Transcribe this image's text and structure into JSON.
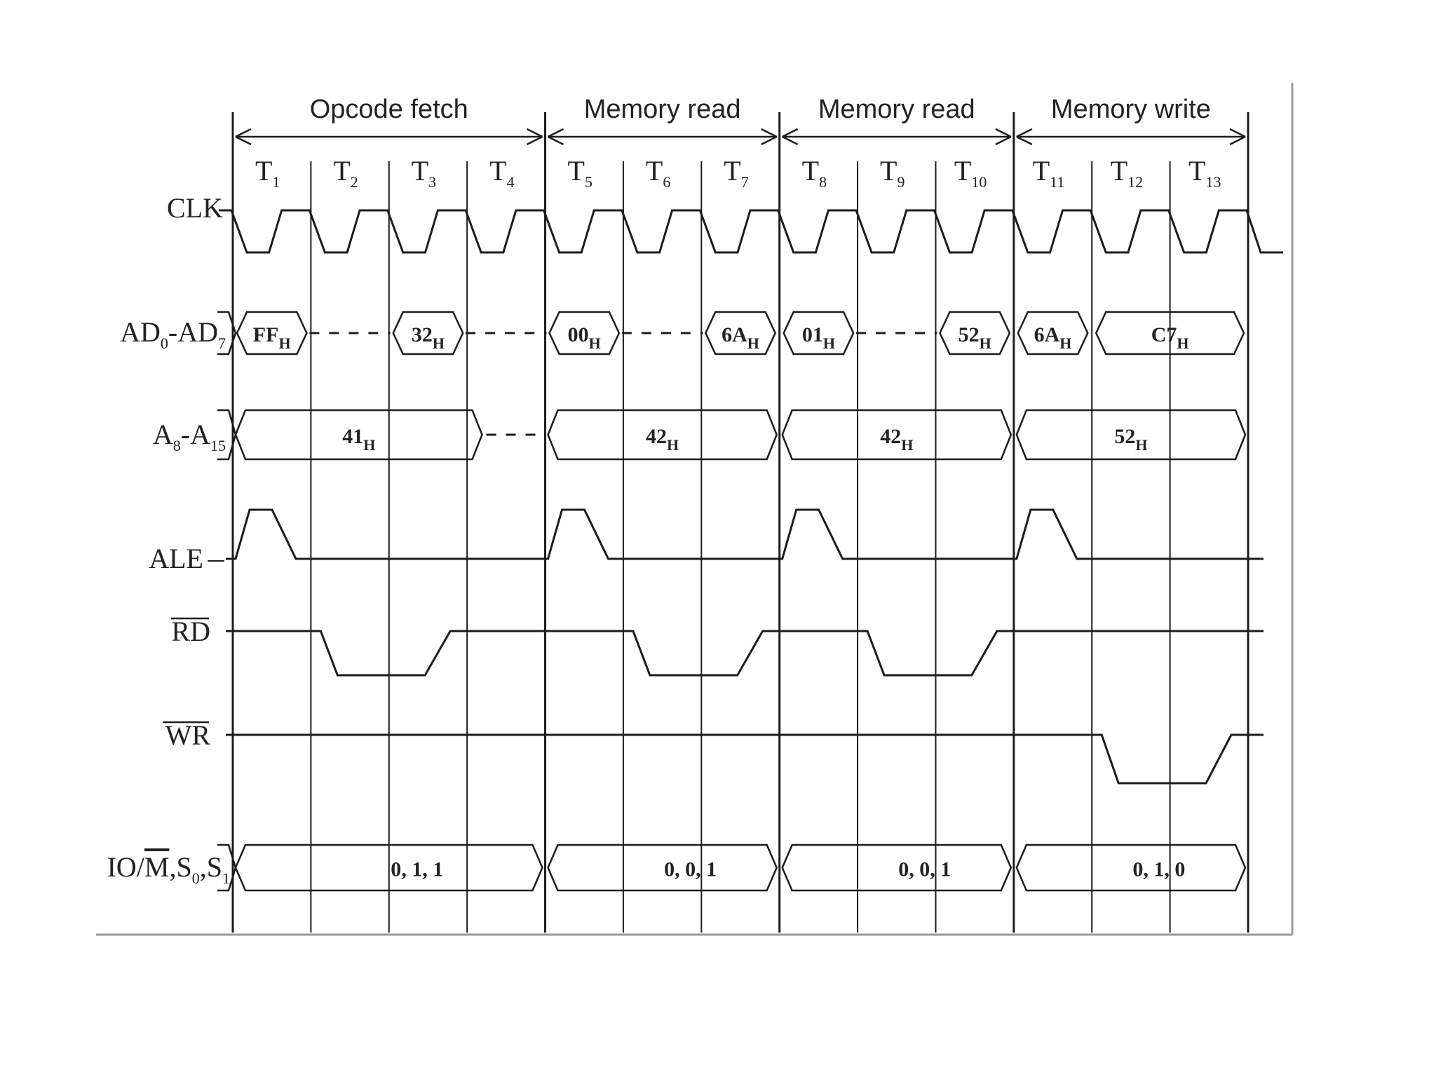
{
  "machine_cycles": [
    {
      "label": "Opcode fetch",
      "states": 4
    },
    {
      "label": "Memory read",
      "states": 3
    },
    {
      "label": "Memory read",
      "states": 3
    },
    {
      "label": "Memory write",
      "states": 3
    }
  ],
  "t_states": [
    {
      "main": "T",
      "sub": "1"
    },
    {
      "main": "T",
      "sub": "2"
    },
    {
      "main": "T",
      "sub": "3"
    },
    {
      "main": "T",
      "sub": "4"
    },
    {
      "main": "T",
      "sub": "5"
    },
    {
      "main": "T",
      "sub": "6"
    },
    {
      "main": "T",
      "sub": "7"
    },
    {
      "main": "T",
      "sub": "8"
    },
    {
      "main": "T",
      "sub": "9"
    },
    {
      "main": "T",
      "sub": "10"
    },
    {
      "main": "T",
      "sub": "11"
    },
    {
      "main": "T",
      "sub": "12"
    },
    {
      "main": "T",
      "sub": "13"
    }
  ],
  "signals": {
    "clk": {
      "label": "CLK"
    },
    "ad": {
      "label": "AD",
      "sub1": "0",
      "mid": "-AD",
      "sub2": "7",
      "values": [
        {
          "main": "FF",
          "sub": "H",
          "states": [
            1,
            1
          ]
        },
        {
          "main": "32",
          "sub": "H",
          "states": [
            3,
            3
          ]
        },
        {
          "main": "00",
          "sub": "H",
          "states": [
            5,
            5
          ]
        },
        {
          "main": "6A",
          "sub": "H",
          "states": [
            7,
            7
          ]
        },
        {
          "main": "01",
          "sub": "H",
          "states": [
            8,
            8
          ]
        },
        {
          "main": "52",
          "sub": "H",
          "states": [
            10,
            10
          ]
        },
        {
          "main": "6A",
          "sub": "H",
          "states": [
            11,
            11
          ]
        },
        {
          "main": "C7",
          "sub": "H",
          "states": [
            12,
            13
          ]
        }
      ]
    },
    "addr_high": {
      "label": "A",
      "sub1": "8",
      "mid": "-A",
      "sub2": "15",
      "values": [
        {
          "main": "41",
          "sub": "H",
          "states": [
            1,
            4
          ]
        },
        {
          "main": "42",
          "sub": "H",
          "states": [
            5,
            7
          ]
        },
        {
          "main": "42",
          "sub": "H",
          "states": [
            8,
            10
          ]
        },
        {
          "main": "52",
          "sub": "H",
          "states": [
            11,
            13
          ]
        }
      ]
    },
    "ale": {
      "label": "ALE",
      "high_states": [
        1,
        5,
        8,
        11
      ]
    },
    "rd": {
      "label": "RD",
      "active_low": true,
      "low_states": [
        [
          2,
          3
        ],
        [
          6,
          7
        ],
        [
          9,
          10
        ]
      ]
    },
    "wr": {
      "label": "WR",
      "active_low": true,
      "low_states": [
        [
          12,
          13
        ]
      ]
    },
    "status": {
      "label_pre": "IO/",
      "label_bar": "M",
      "label_mid": ",S",
      "sub1": "0",
      "label_sep": ",S",
      "sub2": "1",
      "values": [
        {
          "text": "0, 1, 1",
          "states": [
            1,
            4
          ]
        },
        {
          "text": "0, 0, 1",
          "states": [
            5,
            7
          ]
        },
        {
          "text": "0, 0, 1",
          "states": [
            8,
            10
          ]
        },
        {
          "text": "0, 1, 0",
          "states": [
            11,
            13
          ]
        }
      ]
    }
  }
}
